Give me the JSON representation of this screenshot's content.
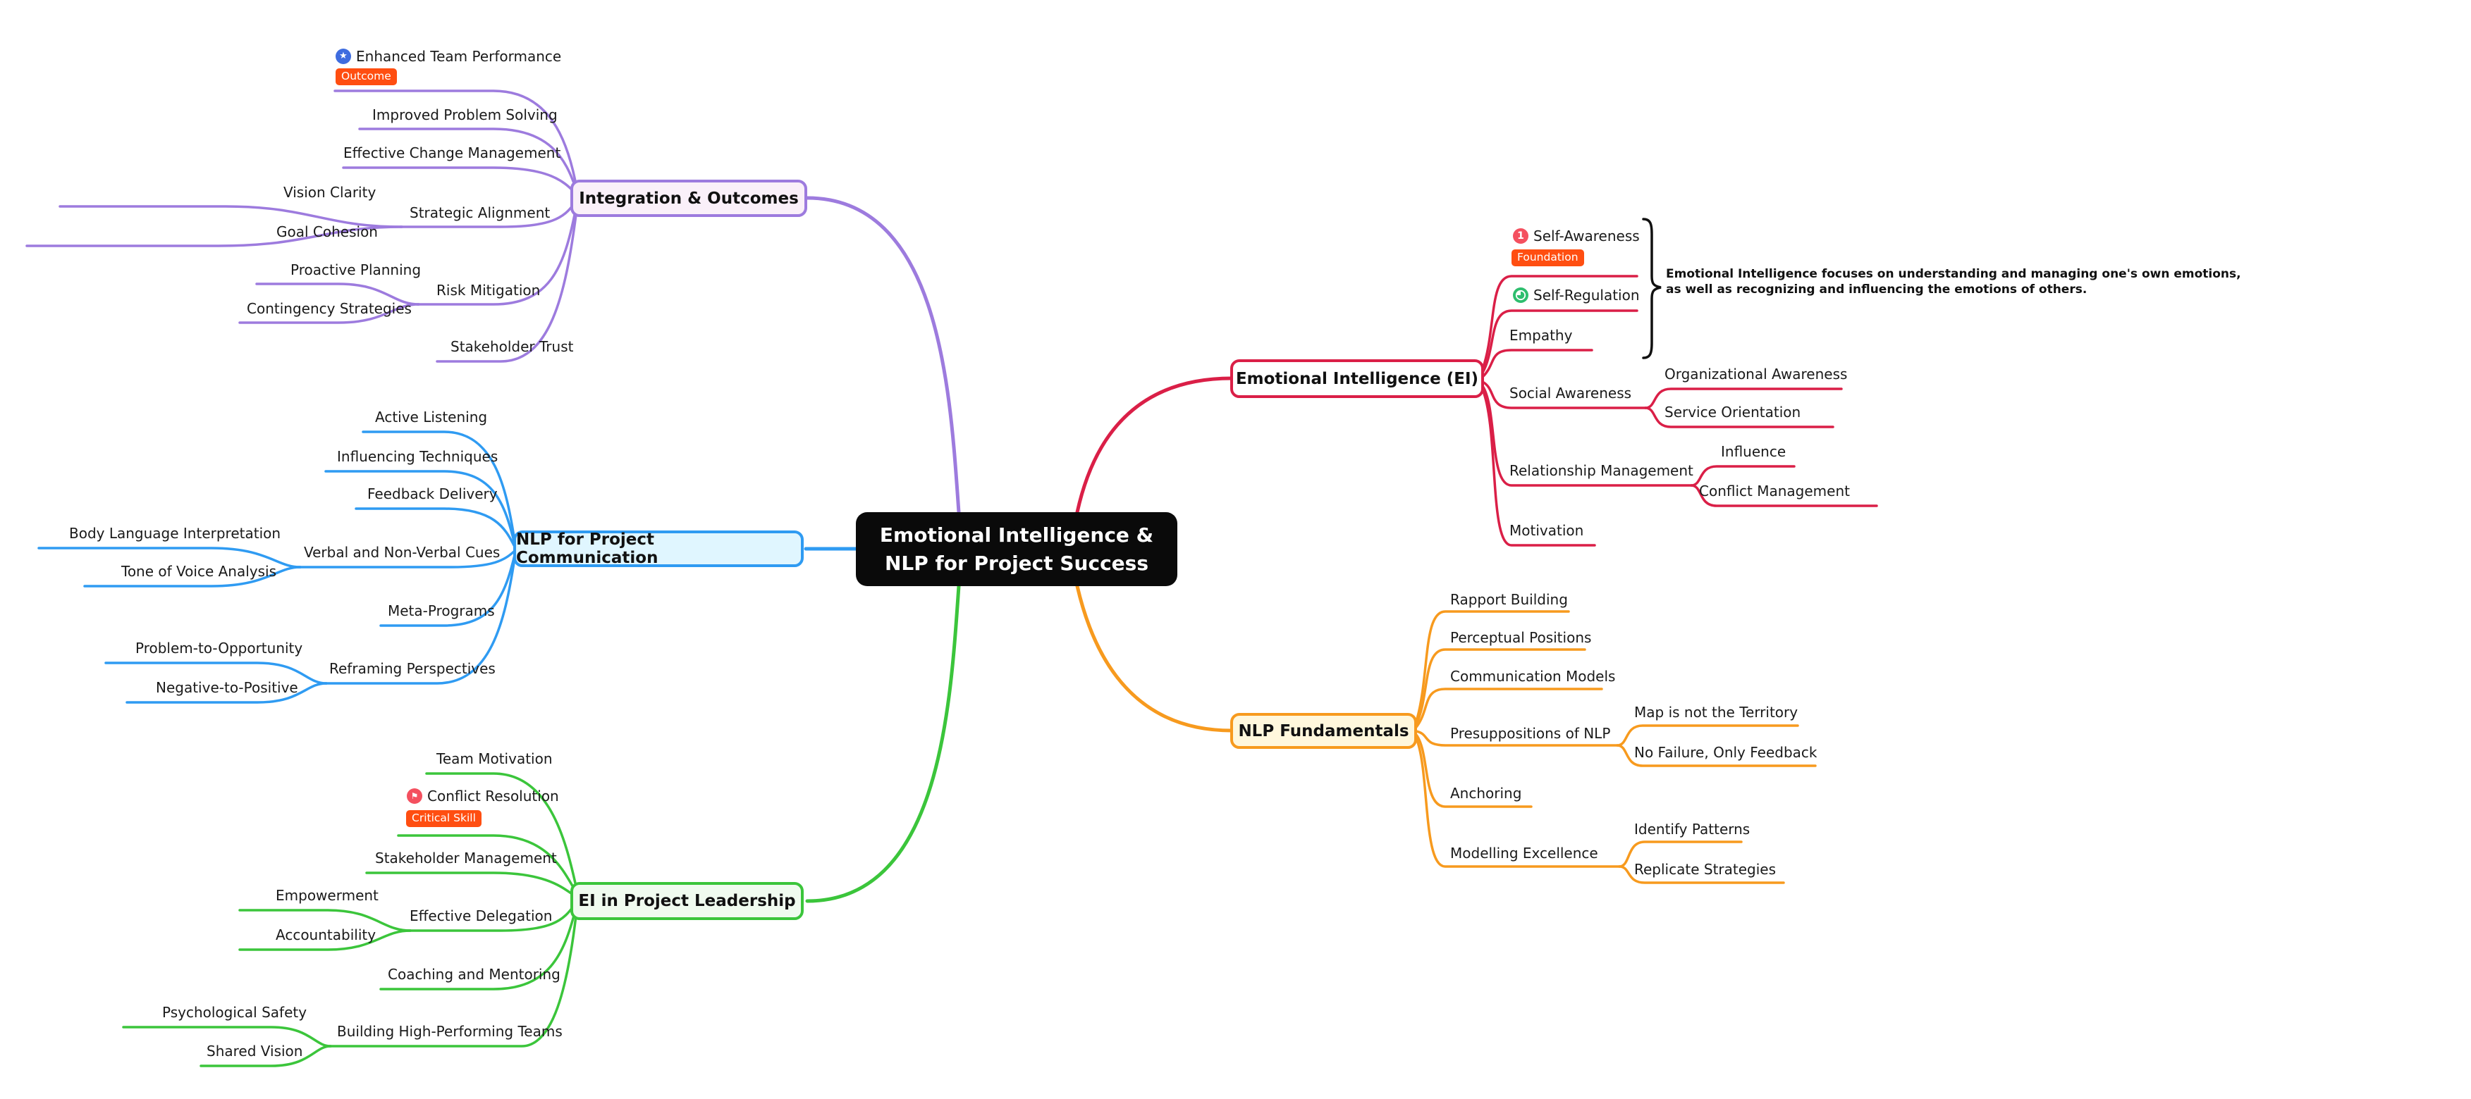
{
  "central": {
    "line1": "Emotional Intelligence &",
    "line2": "NLP for Project Success"
  },
  "colors": {
    "purple": "#9D7BDE",
    "purple_fill": "#FAF0F9",
    "blue": "#2F9BF2",
    "blue_fill": "#E0F6FF",
    "green": "#3BC53B",
    "green_fill": "#F0FBEF",
    "red": "#DA1F47",
    "red_fill": "#FFFFFF",
    "orange": "#F79A1E",
    "orange_fill": "#FFF7DC",
    "badge_bg": "#FF4E11",
    "icon_blue": "#3E6CDF",
    "icon_red": "#F4505F",
    "icon_green": "#2EBE6E",
    "central_bg": "#0A0A0A"
  },
  "icons": {
    "star": "★",
    "flag": "⚑",
    "one": "1"
  },
  "branches": {
    "integration": {
      "title": "Integration & Outcomes",
      "children": {
        "enhanced_team_performance": {
          "label": "Enhanced Team Performance",
          "badge": "Outcome"
        },
        "improved_problem_solving": {
          "label": "Improved Problem Solving"
        },
        "effective_change_management": {
          "label": "Effective Change Management"
        },
        "strategic_alignment": {
          "label": "Strategic Alignment",
          "children": {
            "vision_clarity": {
              "label": "Vision Clarity"
            },
            "goal_cohesion": {
              "label": "Goal Cohesion"
            }
          }
        },
        "risk_mitigation": {
          "label": "Risk Mitigation",
          "children": {
            "proactive_planning": {
              "label": "Proactive Planning"
            },
            "contingency_strategies": {
              "label": "Contingency Strategies"
            }
          }
        },
        "stakeholder_trust": {
          "label": "Stakeholder Trust"
        }
      }
    },
    "communication": {
      "title": "NLP for Project Communication",
      "children": {
        "active_listening": {
          "label": "Active Listening"
        },
        "influencing_techniques": {
          "label": "Influencing Techniques"
        },
        "feedback_delivery": {
          "label": "Feedback Delivery"
        },
        "verbal_nonverbal": {
          "label": "Verbal and Non-Verbal Cues",
          "children": {
            "body_language": {
              "label": "Body Language Interpretation"
            },
            "tone_of_voice": {
              "label": "Tone of Voice Analysis"
            }
          }
        },
        "meta_programs": {
          "label": "Meta-Programs"
        },
        "reframing": {
          "label": "Reframing Perspectives",
          "children": {
            "problem_to_opportunity": {
              "label": "Problem-to-Opportunity"
            },
            "negative_to_positive": {
              "label": "Negative-to-Positive"
            }
          }
        }
      }
    },
    "leadership": {
      "title": "EI in Project Leadership",
      "children": {
        "team_motivation": {
          "label": "Team Motivation"
        },
        "conflict_resolution": {
          "label": "Conflict Resolution",
          "badge": "Critical Skill"
        },
        "stakeholder_management": {
          "label": "Stakeholder Management"
        },
        "effective_delegation": {
          "label": "Effective Delegation",
          "children": {
            "empowerment": {
              "label": "Empowerment"
            },
            "accountability": {
              "label": "Accountability"
            }
          }
        },
        "coaching_mentoring": {
          "label": "Coaching and Mentoring"
        },
        "high_performing_teams": {
          "label": "Building High-Performing Teams",
          "children": {
            "psychological_safety": {
              "label": "Psychological Safety"
            },
            "shared_vision": {
              "label": "Shared Vision"
            }
          }
        }
      }
    },
    "ei": {
      "title": "Emotional Intelligence (EI)",
      "annotation": {
        "line1": "Emotional Intelligence focuses on understanding and managing one's own emotions,",
        "line2": "as well as recognizing and influencing the emotions of others."
      },
      "children": {
        "self_awareness": {
          "label": "Self-Awareness",
          "badge": "Foundation"
        },
        "self_regulation": {
          "label": "Self-Regulation"
        },
        "empathy": {
          "label": "Empathy"
        },
        "social_awareness": {
          "label": "Social Awareness",
          "children": {
            "organizational_awareness": {
              "label": "Organizational Awareness"
            },
            "service_orientation": {
              "label": "Service Orientation"
            }
          }
        },
        "relationship_management": {
          "label": "Relationship Management",
          "children": {
            "influence": {
              "label": "Influence"
            },
            "conflict_management": {
              "label": "Conflict Management"
            }
          }
        },
        "motivation": {
          "label": "Motivation"
        }
      }
    },
    "nlp": {
      "title": "NLP Fundamentals",
      "children": {
        "rapport_building": {
          "label": "Rapport Building"
        },
        "perceptual_positions": {
          "label": "Perceptual Positions"
        },
        "communication_models": {
          "label": "Communication Models"
        },
        "presuppositions": {
          "label": "Presuppositions of NLP",
          "children": {
            "map_territory": {
              "label": "Map is not the Territory"
            },
            "no_failure": {
              "label": "No Failure, Only Feedback"
            }
          }
        },
        "anchoring": {
          "label": "Anchoring"
        },
        "modelling_excellence": {
          "label": "Modelling Excellence",
          "children": {
            "identify_patterns": {
              "label": "Identify Patterns"
            },
            "replicate_strategies": {
              "label": "Replicate Strategies"
            }
          }
        }
      }
    }
  }
}
